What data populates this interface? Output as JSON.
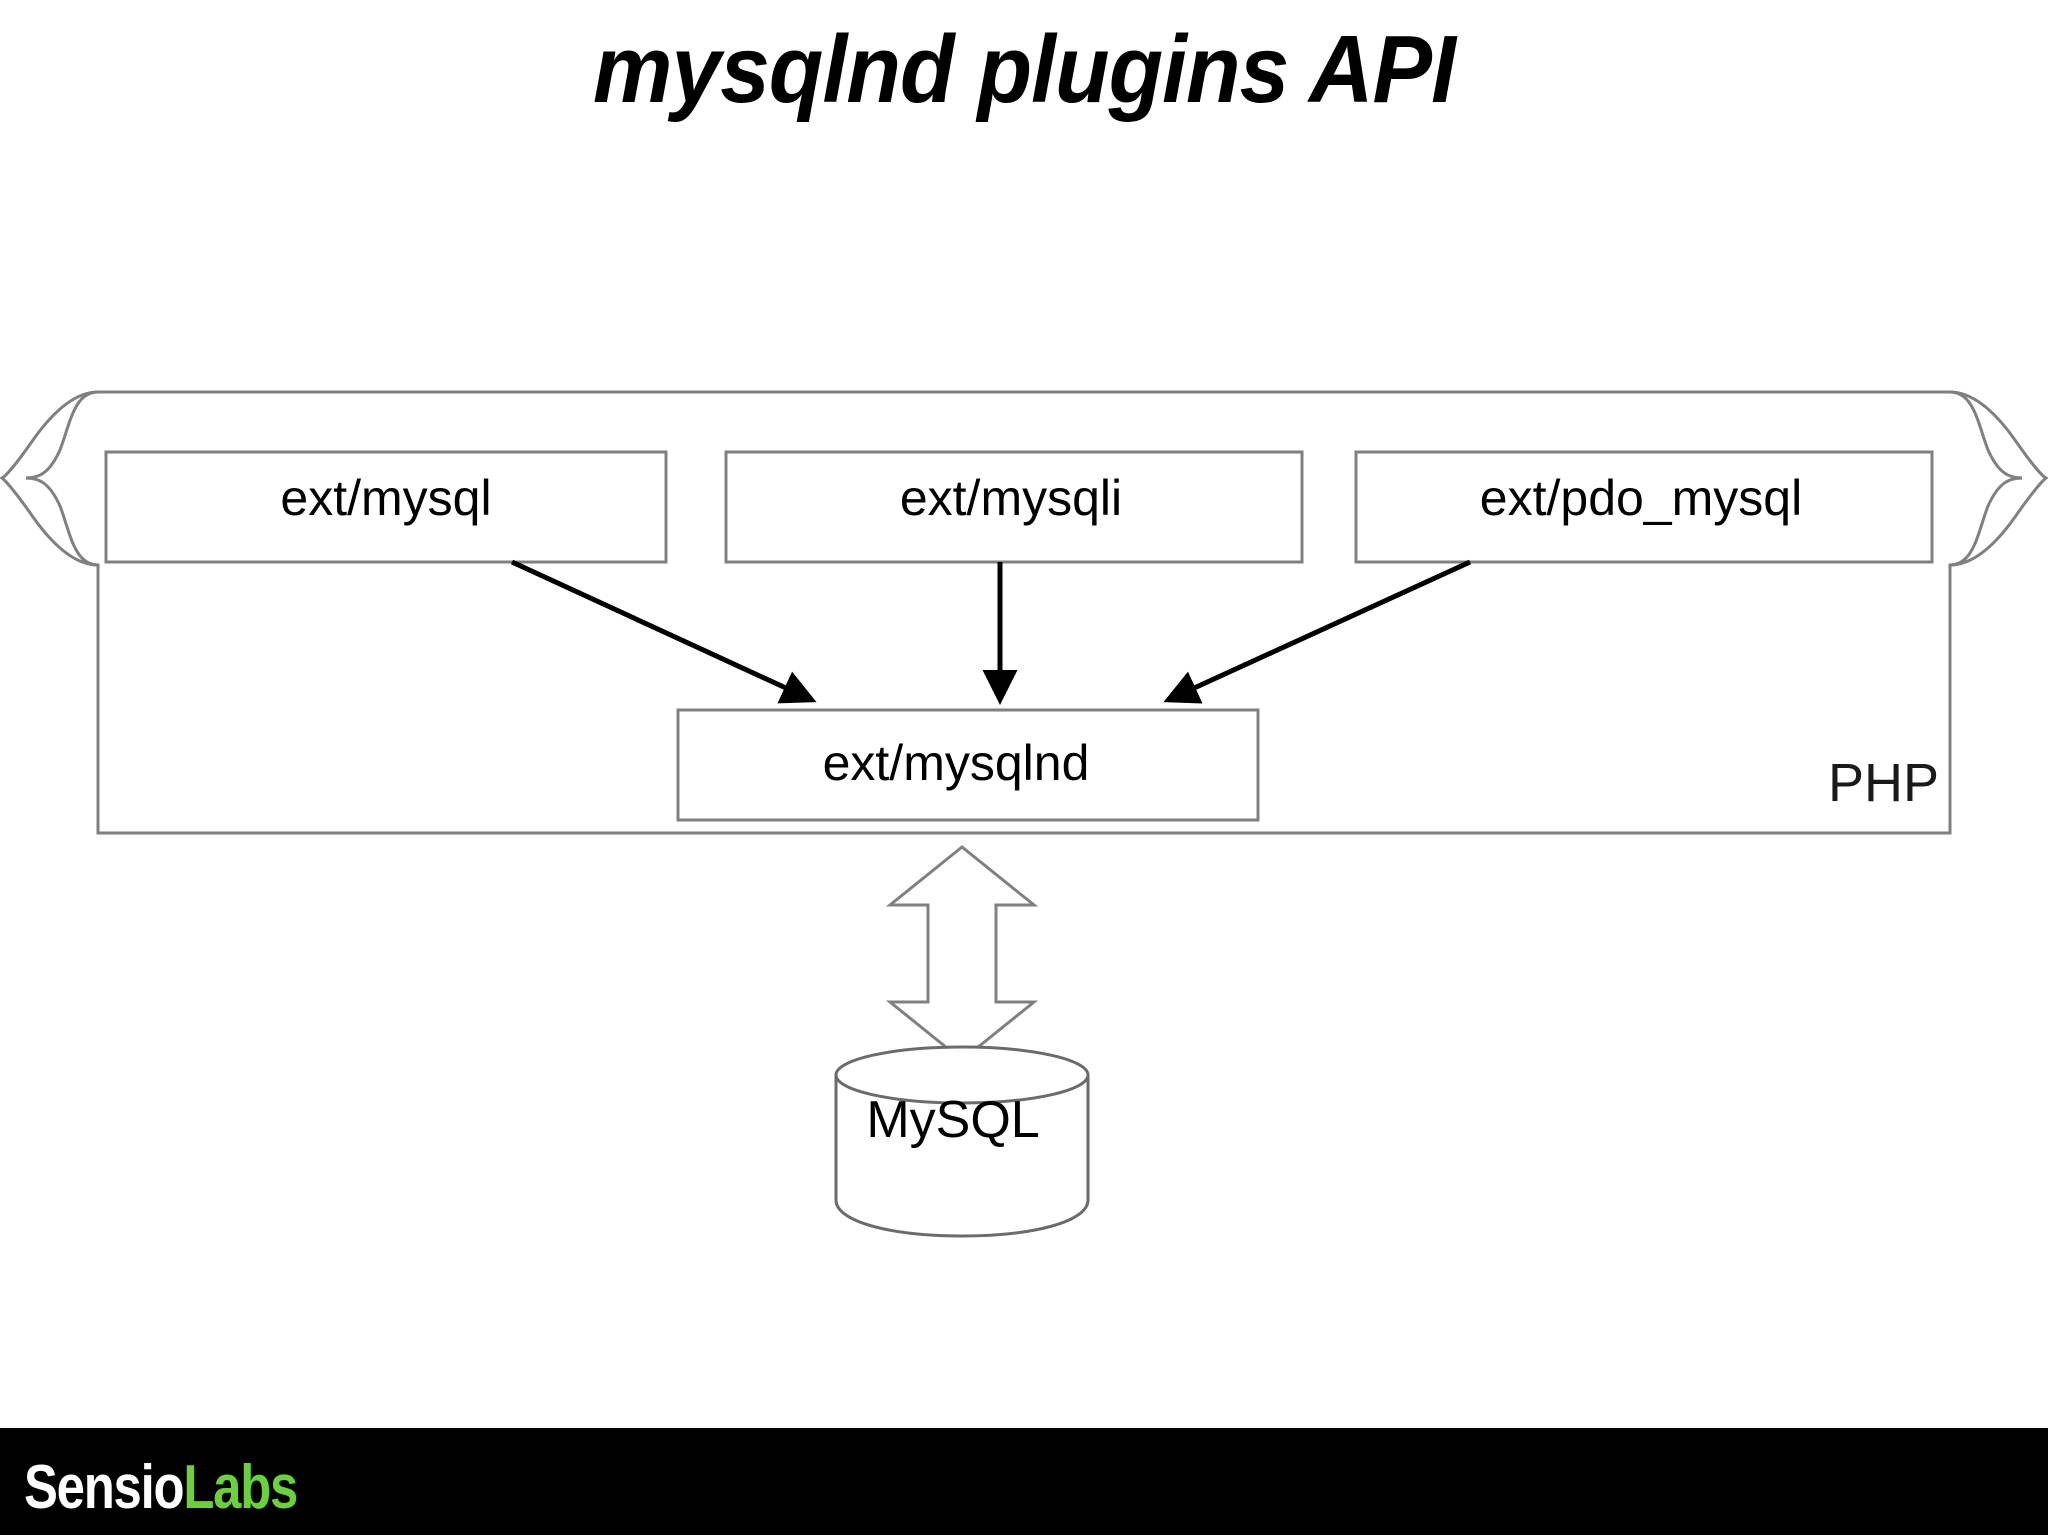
{
  "slide": {
    "title": "mysqlnd plugins API",
    "background_color": "#ffffff"
  },
  "diagram": {
    "type": "architecture-block-diagram",
    "container": {
      "name": "PHP",
      "label": "PHP",
      "shape": "ribbon-banner",
      "stroke_color": "#808080"
    },
    "extension_boxes": [
      {
        "id": "ext-mysql",
        "label": "ext/mysql"
      },
      {
        "id": "ext-mysqli",
        "label": "ext/mysqli"
      },
      {
        "id": "ext-pdo-mysql",
        "label": "ext/pdo_mysql"
      }
    ],
    "driver_box": {
      "id": "ext-mysqlnd",
      "label": "ext/mysqlnd"
    },
    "database": {
      "id": "mysql-db",
      "label": "MySQL",
      "shape": "cylinder"
    },
    "connections": [
      {
        "from": "ext/mysql",
        "to": "ext/mysqlnd",
        "style": "solid-arrow",
        "direction": "one-way"
      },
      {
        "from": "ext/mysqli",
        "to": "ext/mysqlnd",
        "style": "solid-arrow",
        "direction": "one-way"
      },
      {
        "from": "ext/pdo_mysql",
        "to": "ext/mysqlnd",
        "style": "solid-arrow",
        "direction": "one-way"
      },
      {
        "from": "ext/mysqlnd",
        "to": "MySQL",
        "style": "hollow-block-arrow",
        "direction": "two-way"
      }
    ],
    "stroke_color": "#808080",
    "arrow_color": "#000000"
  },
  "footer": {
    "logo": {
      "part1": "Sensio",
      "part2": "Labs"
    },
    "background_color": "#000000",
    "part1_color": "#ffffff",
    "part2_color": "#6ad13a"
  }
}
